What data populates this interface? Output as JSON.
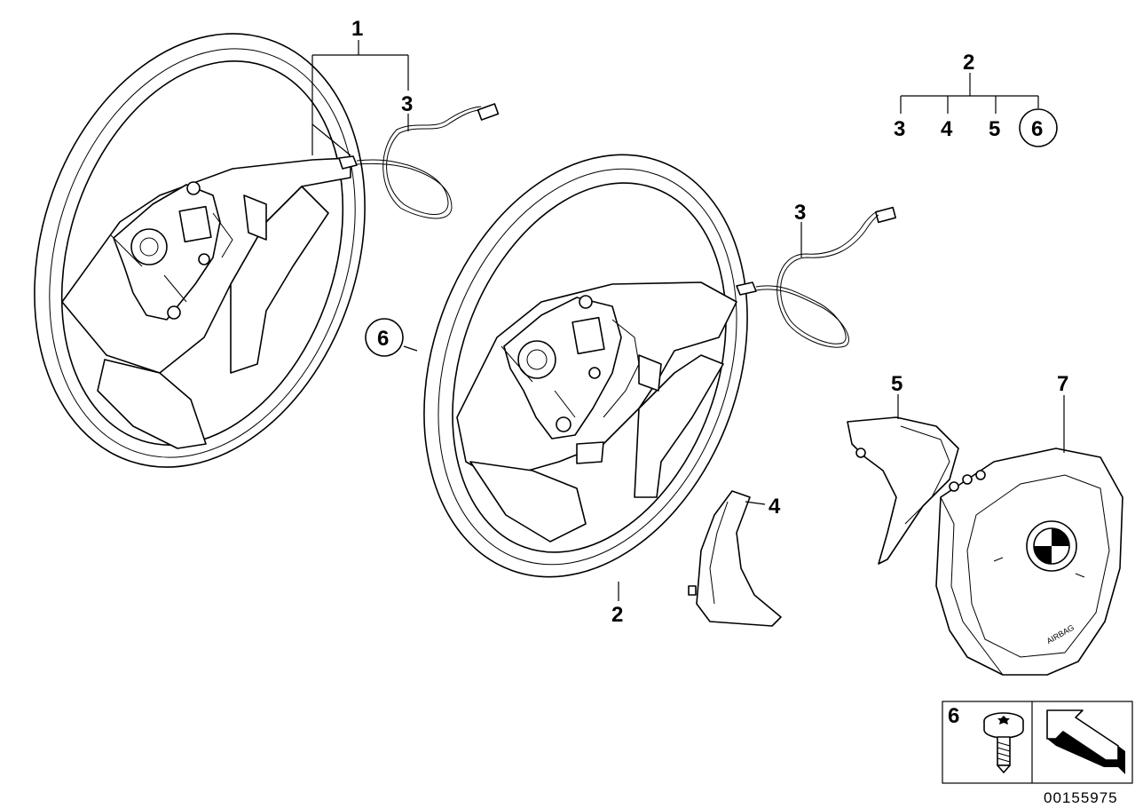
{
  "diagram": {
    "callouts": {
      "assembly_1": "1",
      "cable_3_top": "3",
      "cable_3_right": "3",
      "group_2_top": "2",
      "group_sub_3": "3",
      "group_sub_4": "4",
      "group_sub_5": "5",
      "group_sub_6": "6",
      "bolt_6_left": "6",
      "wheel_2_bottom": "2",
      "trim_4": "4",
      "trim_5": "5",
      "airbag_7": "7",
      "inset_6": "6"
    },
    "airbag_text": "AIRBAG",
    "document_number": "00155975"
  }
}
